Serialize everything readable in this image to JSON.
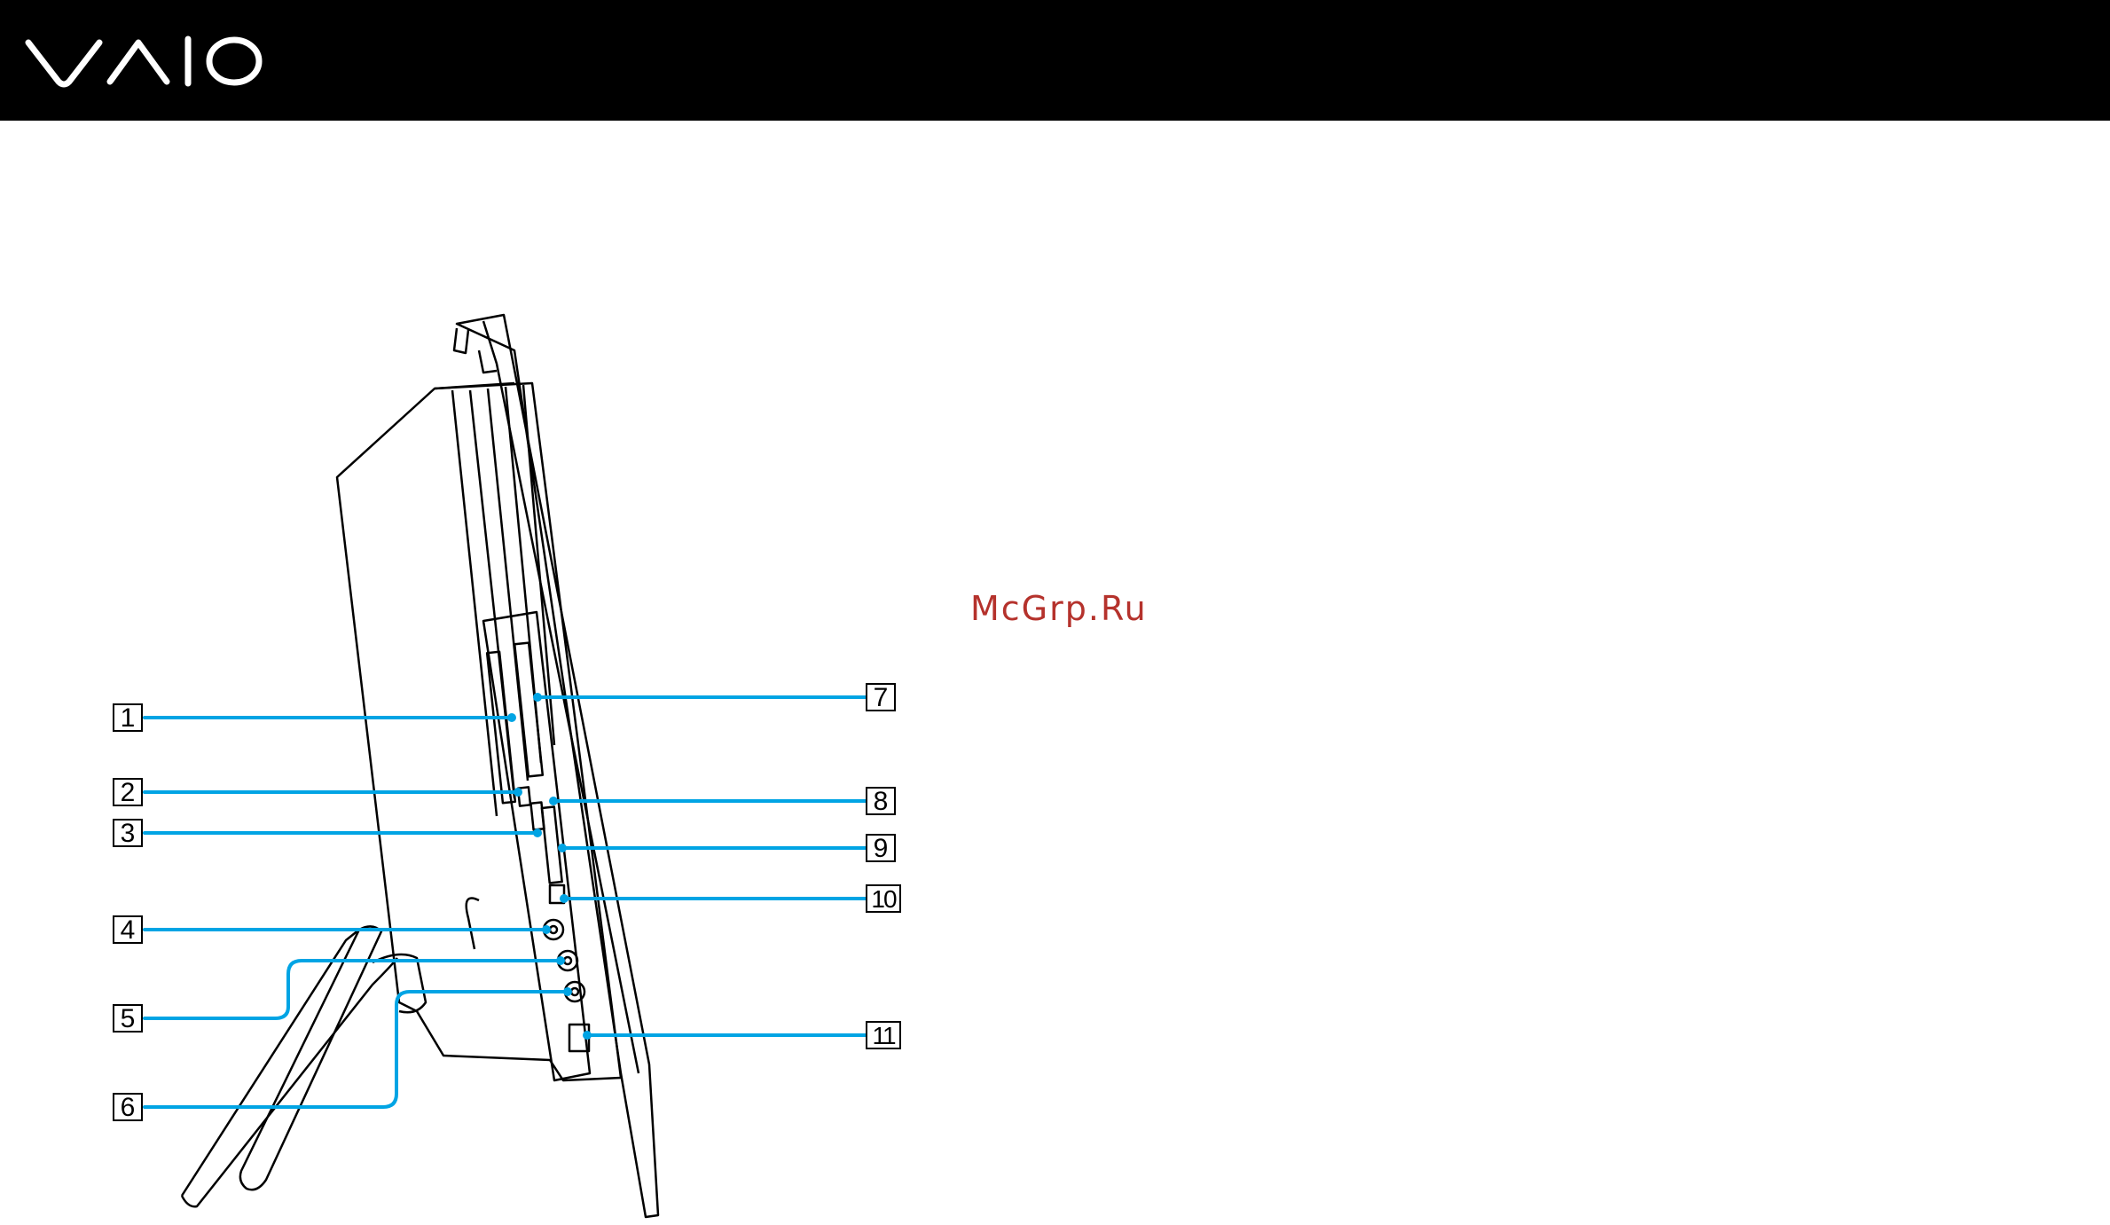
{
  "header": {
    "logo_text": "VAIO",
    "background": "#000000"
  },
  "watermark": {
    "text": "McGrp.Ru",
    "color": "#b5322c"
  },
  "callouts": [
    "1",
    "2",
    "3",
    "4",
    "5",
    "6",
    "7",
    "8",
    "9",
    "10",
    "11"
  ],
  "colors": {
    "leader_line": "#00a4e4",
    "outline": "#000000"
  }
}
